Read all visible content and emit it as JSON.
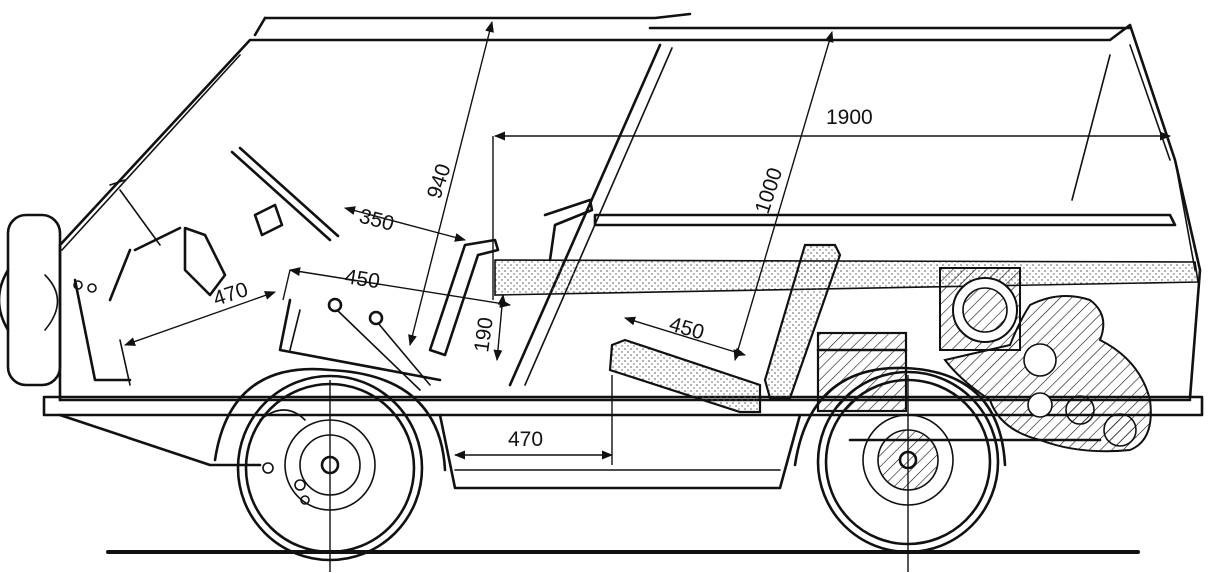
{
  "dimensions": {
    "d1900": "1900",
    "d1000": "1000",
    "d940": "940",
    "d350": "350",
    "d450_upper": "450",
    "d470_front": "470",
    "d190": "190",
    "d450_rear_seat": "450",
    "d470_floor": "470"
  },
  "colors": {
    "line": "#111111",
    "background": "#ffffff",
    "hatch": "#111111",
    "stipple": "#555555"
  }
}
